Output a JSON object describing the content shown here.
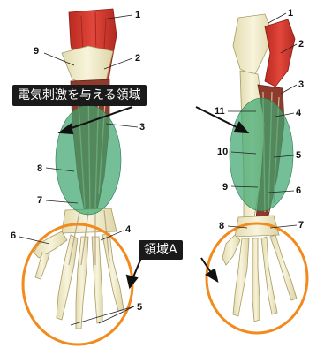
{
  "callouts": {
    "stimulation_area": "電気刺激を与える領域",
    "region_a": "領域A"
  },
  "left_limb_labels": [
    "1",
    "9",
    "2",
    "3",
    "8",
    "7",
    "6",
    "4",
    "5"
  ],
  "right_limb_labels": [
    "1",
    "2",
    "3",
    "11",
    "4",
    "10",
    "5",
    "9",
    "6",
    "8",
    "7"
  ],
  "colors": {
    "stimulation_ellipse": "#3fa66f",
    "region_ellipse": "#f28a1e",
    "muscle": "#d8352a",
    "bone": "#efe9c6",
    "callout_bg": "#1a1a1a"
  }
}
